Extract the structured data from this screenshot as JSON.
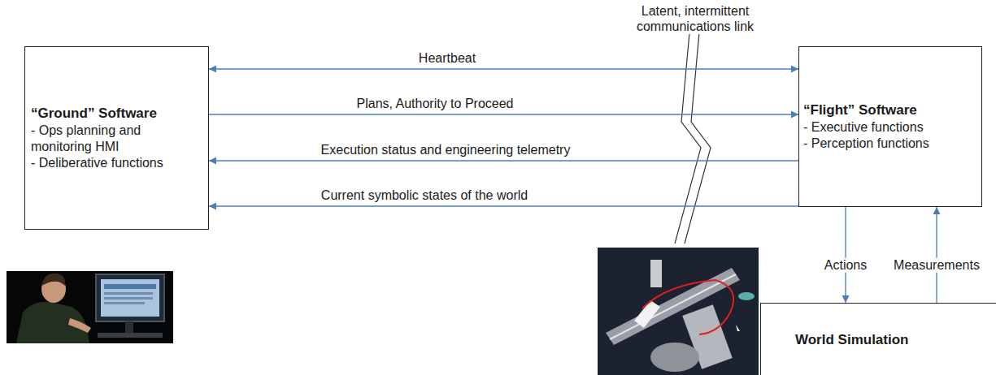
{
  "diagram": {
    "nodes": [
      {
        "text": [
          "“Ground” Software",
          "- Ops planning and monitoring HMI",
          "- Deliberative functions"
        ]
      },
      {
        "text": [
          "“Flight” Software",
          "- Executive functions",
          "- Perception functions"
        ]
      },
      {
        "text": [
          "World Simulation"
        ]
      }
    ],
    "edges": [
      {
        "from": 0,
        "to": 1,
        "label": "Heartbeat",
        "arrow": "both"
      },
      {
        "from": 0,
        "to": 1,
        "label": "Plans, Authority to Proceed",
        "arrow": "to"
      },
      {
        "from": 1,
        "to": 0,
        "label": "Execution status and engineering telemetry",
        "arrow": "to"
      },
      {
        "from": 1,
        "to": 0,
        "label": "Current symbolic states of the world",
        "arrow": "to"
      },
      {
        "from": 1,
        "to": 2,
        "label": "Actions",
        "arrow": "to"
      },
      {
        "from": 2,
        "to": 1,
        "label": "Measurements",
        "arrow": "to"
      }
    ],
    "labels": [
      "Latent, intermittent communications link"
    ]
  }
}
